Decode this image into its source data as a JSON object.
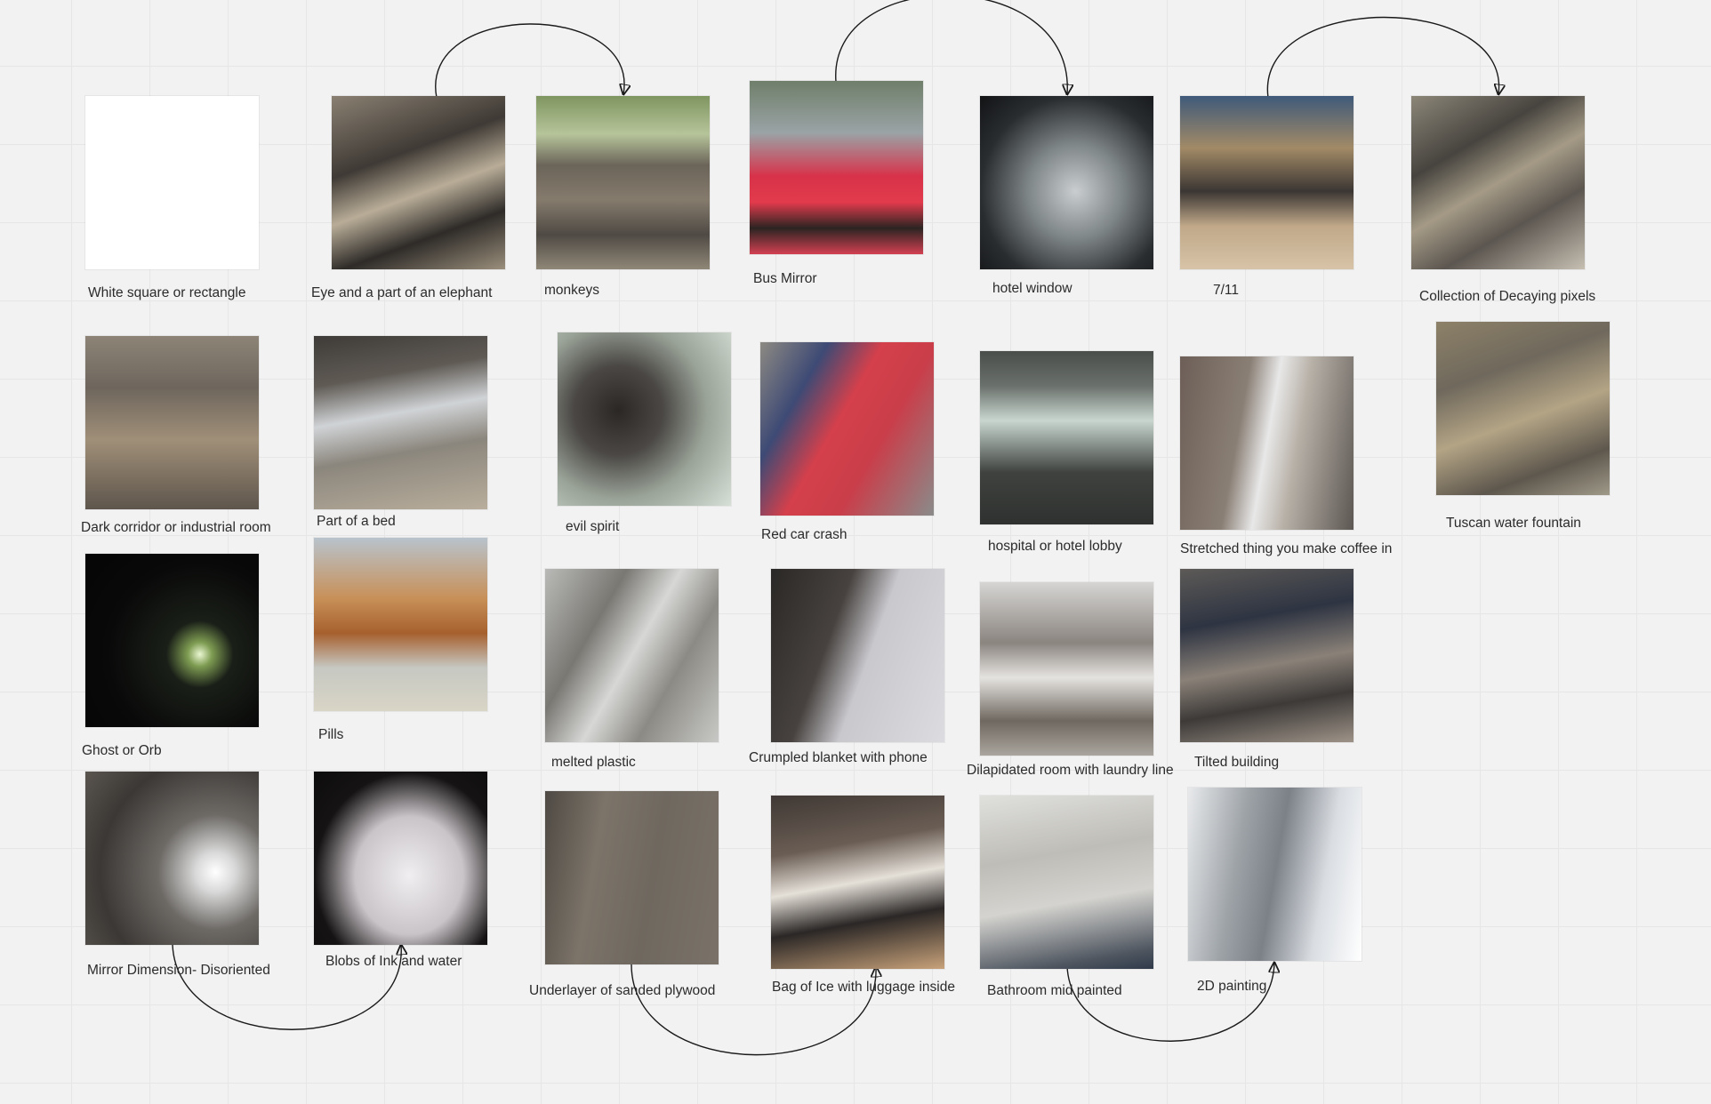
{
  "board": {
    "tiles": [
      {
        "id": "t1",
        "label": "White square or rectangle",
        "bg": "#ffffff"
      },
      {
        "id": "t2",
        "label": "Eye and a part of an elephant",
        "bg": "linear-gradient(160deg,#8a8072 0%,#3f3a35 35%,#b9ad98 55%,#2e2b28 75%,#9b8f7c 100%)"
      },
      {
        "id": "t3",
        "label": "monkeys",
        "bg": "linear-gradient(180deg,#7f9560 0%,#b6c49a 22%,#6b6459 40%,#857b6d 60%,#4f4a44 80%,#8f8777 100%)"
      },
      {
        "id": "t4",
        "label": "Bus Mirror",
        "bg": "linear-gradient(180deg,#6f7f6a 0%,#9aa3a6 30%,#d8324a 55%,#e23b4c 70%,#2b2422 85%,#d34052 100%)"
      },
      {
        "id": "t5",
        "label": "hotel window",
        "bg": "radial-gradient(circle at 55% 55%,#c9cdcf 0%,#7f8688 35%,#2a2d30 70%,#111315 100%)"
      },
      {
        "id": "t6",
        "label": "7/11",
        "bg": "linear-gradient(180deg,#3f5a7a 0%,#a28a66 30%,#3b3633 55%,#c0a889 75%,#d7c3a7 100%)"
      },
      {
        "id": "t7",
        "label": "Collection of Decaying pixels",
        "bg": "linear-gradient(150deg,#8c8678 0%,#47443f 30%,#a49a86 50%,#5c5650 70%,#c6bfb2 100%)"
      },
      {
        "id": "t8",
        "label": "Dark corridor or industrial room",
        "bg": "linear-gradient(180deg,#8d8477 0%,#6e665d 30%,#a08f78 60%,#5e554c 100%)"
      },
      {
        "id": "t9",
        "label": "Part of a bed",
        "bg": "linear-gradient(170deg,#3e3b38 0%,#5f5a54 25%,#d0d3d6 45%,#8b867d 65%,#b9ae9c 100%)"
      },
      {
        "id": "t10",
        "label": "evil spirit",
        "bg": "radial-gradient(circle at 35% 45%,#2a2725 0%,#4a4744 30%,#9aa398 60%,#d7e0d6 100%)"
      },
      {
        "id": "t11",
        "label": "Red car crash",
        "bg": "linear-gradient(120deg,#8d8a83 0%,#3e4a75 25%,#d4404b 45%,#c93e4a 65%,#8a8b8a 100%)"
      },
      {
        "id": "t12",
        "label": "hospital or hotel lobby",
        "bg": "linear-gradient(180deg,#4a4e4b 0%,#6a706b 20%,#c8d6cf 40%,#3f423f 70%,#2e312f 100%)"
      },
      {
        "id": "t13",
        "label": "Stretched thing you make coffee in",
        "bg": "linear-gradient(100deg,#6d5f57 0%,#8a7f75 35%,#e8e8e8 50%,#b8b1a8 65%,#5d5753 100%)"
      },
      {
        "id": "t14",
        "label": "Tuscan water fountain",
        "bg": "linear-gradient(160deg,#8d8168 0%,#6f685c 30%,#b3a485 55%,#5e574d 80%,#a09a8a 100%)"
      },
      {
        "id": "t15",
        "label": "Ghost or Orb",
        "bg": "radial-gradient(circle at 66% 58%,#eaf7d2 0%,#7e9c52 8%,#1a1f18 22%,#090909 60%,#050505 100%)"
      },
      {
        "id": "t16",
        "label": "Pills",
        "bg": "linear-gradient(180deg,#b8c3cc 0%,#c89058 35%,#a6602e 55%,#c6c8c2 75%,#d9d5c6 100%)"
      },
      {
        "id": "t17",
        "label": "melted plastic",
        "bg": "linear-gradient(120deg,#b9bab7 0%,#7a7873 30%,#d7d8d6 50%,#8c8a84 70%,#c8c9c6 100%)"
      },
      {
        "id": "t18",
        "label": "Crumpled blanket with phone",
        "bg": "linear-gradient(110deg,#2a2826 0%,#47423f 35%,#c9c8cd 55%,#dcdbe0 100%)"
      },
      {
        "id": "t19",
        "label": "Dilapidated room with laundry line",
        "bg": "linear-gradient(180deg,#d6d5d3 0%,#8b8580 35%,#e5e3e0 55%,#6f6860 80%,#aaa59e 100%)"
      },
      {
        "id": "t20",
        "label": "Tilted building",
        "bg": "linear-gradient(170deg,#5d5a57 0%,#2e3442 30%,#8a8178 55%,#3d3a38 75%,#9e9388 100%)"
      },
      {
        "id": "t21",
        "label": "Mirror Dimension- Disoriented",
        "bg": "radial-gradient(circle at 75% 58%,#ffffff 0%,#d9d9d9 12%,#6d6a66 35%,#3b3835 70%,#5a554f 100%)"
      },
      {
        "id": "t22",
        "label": "Blobs of Ink and water",
        "bg": "radial-gradient(ellipse at 55% 60%,#f0eef0 0%,#c9c4c8 40%,#151313 70%,#0d0c0c 100%)"
      },
      {
        "id": "t23",
        "label": "Underlayer of sanded plywood",
        "bg": "linear-gradient(100deg,#4e4943 0%,#7c7469 30%,#6f685f 60%,#7a7268 100%)"
      },
      {
        "id": "t24",
        "label": "Bag of Ice with luggage inside",
        "bg": "linear-gradient(170deg,#3f3834 0%,#6a5d54 30%,#e5e0d8 50%,#2b2726 70%,#c8a27a 100%)"
      },
      {
        "id": "t25",
        "label": "Bathroom mid painted",
        "bg": "linear-gradient(170deg,#e0e0dd 0%,#bebdb7 35%,#d4d3cf 60%,#4f5660 90%,#2f3a4a 100%)"
      },
      {
        "id": "t26",
        "label": "2D painting",
        "bg": "linear-gradient(100deg,#e8eaec 0%,#9ea3a8 30%,#7c8188 50%,#d9dde2 75%,#ffffff 100%)"
      }
    ]
  }
}
